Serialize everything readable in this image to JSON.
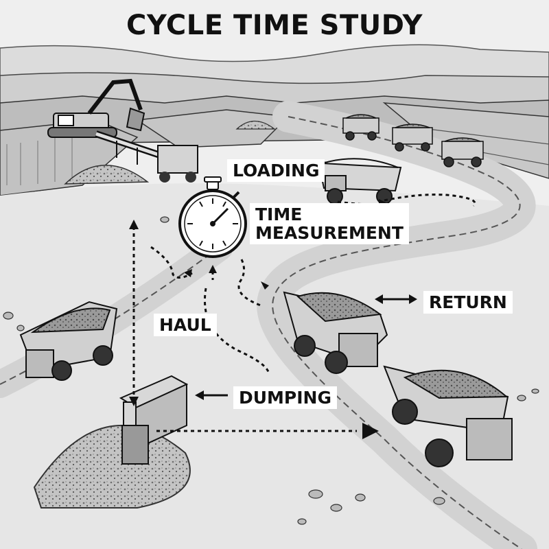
{
  "title": "CYCLE TIME STUDY",
  "stages": {
    "loading": "LOADING",
    "time_measurement": "TIME\nMEASUREMENT",
    "return": "RETURN",
    "haul": "HAUL",
    "dumping": "DUMPING"
  },
  "colors": {
    "ink": "#111111",
    "background": "#f4f4f4",
    "road": "#d8d8d8",
    "dirt": "#a8a8a8"
  },
  "icons": [
    "stopwatch-icon",
    "excavator-icon",
    "conveyor-icon",
    "haul-truck-icon",
    "crusher-icon"
  ]
}
